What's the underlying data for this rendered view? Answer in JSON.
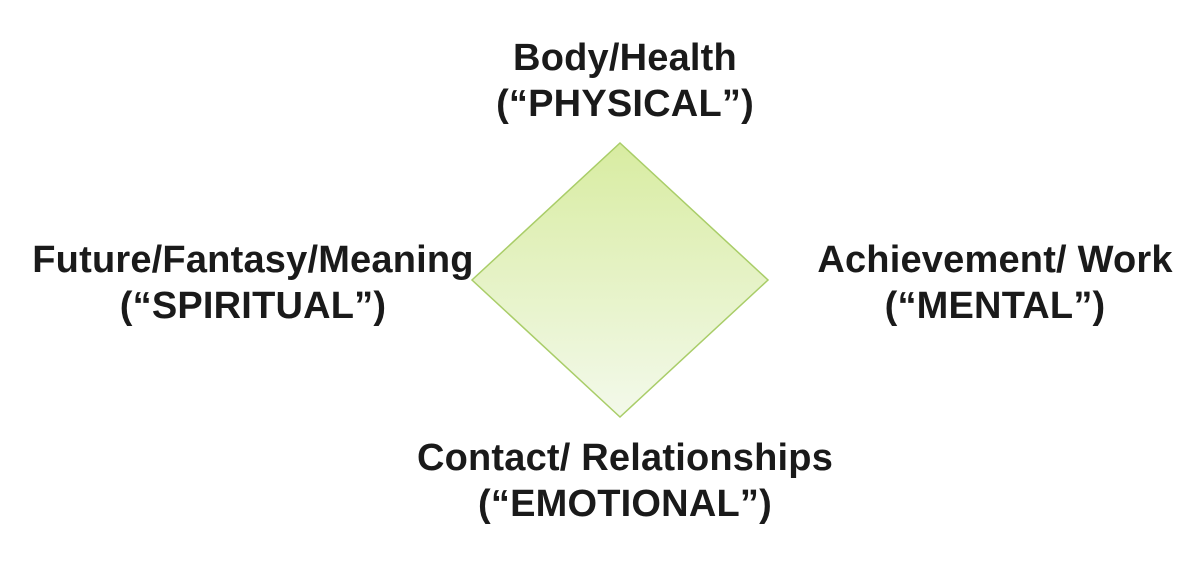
{
  "diagram": {
    "title": "life-balance-four-dimensions",
    "background_color": "#ffffff",
    "text_color": "#1a1a1a",
    "diamond": {
      "fill_top": "#d8eca1",
      "fill_bottom": "#f3f9eb",
      "border_color": "#a9cd68",
      "border_width": "1.5"
    },
    "nodes": {
      "top": {
        "line1": "Body/Health",
        "line2": "(“PHYSICAL”)"
      },
      "left": {
        "line1": "Future/Fantasy/Meaning",
        "line2": "(“SPIRITUAL”)"
      },
      "right": {
        "line1": "Achievement/ Work",
        "line2": "(“MENTAL”)"
      },
      "bottom": {
        "line1": "Contact/ Relationships",
        "line2": "(“EMOTIONAL”)"
      }
    }
  }
}
